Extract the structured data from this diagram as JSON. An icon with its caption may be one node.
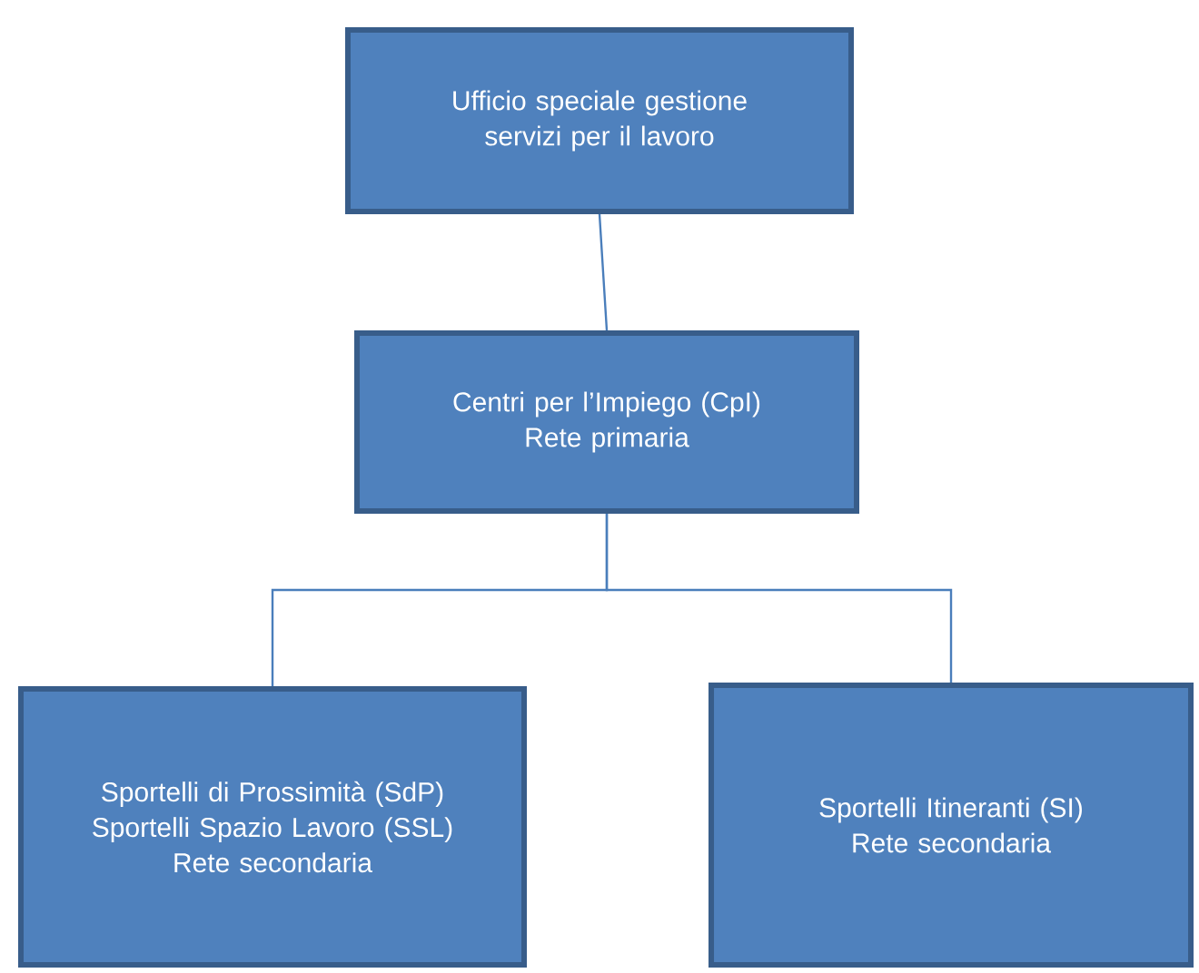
{
  "diagram": {
    "nodes": [
      {
        "text": [
          "Ufficio speciale gestione servizi per il lavoro"
        ]
      },
      {
        "text": [
          "Centri per l’Impiego (CpI)",
          "Rete primaria"
        ]
      },
      {
        "text": [
          "Sportelli di Prossimità (SdP)",
          "Sportelli Spazio Lavoro (SSL)",
          "Rete secondaria"
        ]
      },
      {
        "text": [
          "Sportelli Itineranti (SI)",
          "Rete secondaria"
        ]
      }
    ],
    "edges": [
      {
        "from": 0,
        "to": 1,
        "arrow": "none"
      },
      {
        "from": 1,
        "to": 2,
        "arrow": "none"
      },
      {
        "from": 1,
        "to": 3,
        "arrow": "none"
      }
    ]
  }
}
